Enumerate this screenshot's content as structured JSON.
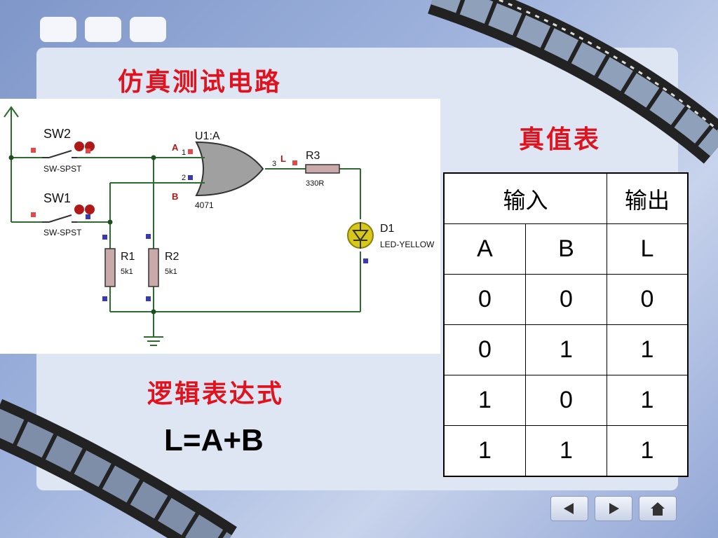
{
  "titles": {
    "simulation": "仿真测试电路",
    "truth_table": "真值表",
    "expression": "逻辑表达式"
  },
  "expression": "L=A+B",
  "circuit": {
    "sw2": "SW2",
    "sw2_type": "SW-SPST",
    "sw1": "SW1",
    "sw1_type": "SW-SPST",
    "u1": "U1:A",
    "u1_part": "4071",
    "pin1": "1",
    "pin2": "2",
    "pin3": "3",
    "label_a": "A",
    "label_b": "B",
    "label_l": "L",
    "r3": "R3",
    "r3_val": "330R",
    "r1": "R1",
    "r1_val": "5k1",
    "r2": "R2",
    "r2_val": "5k1",
    "d1": "D1",
    "d1_type": "LED-YELLOW"
  },
  "truth_table": {
    "header_input": "输入",
    "header_output": "输出",
    "columns": [
      "A",
      "B",
      "L"
    ],
    "rows": [
      [
        "0",
        "0",
        "0"
      ],
      [
        "0",
        "1",
        "1"
      ],
      [
        "1",
        "0",
        "1"
      ],
      [
        "1",
        "1",
        "1"
      ]
    ]
  },
  "colors": {
    "title": "#e0121e",
    "wire": "#2e6b2e",
    "led": "#d8c81a"
  }
}
